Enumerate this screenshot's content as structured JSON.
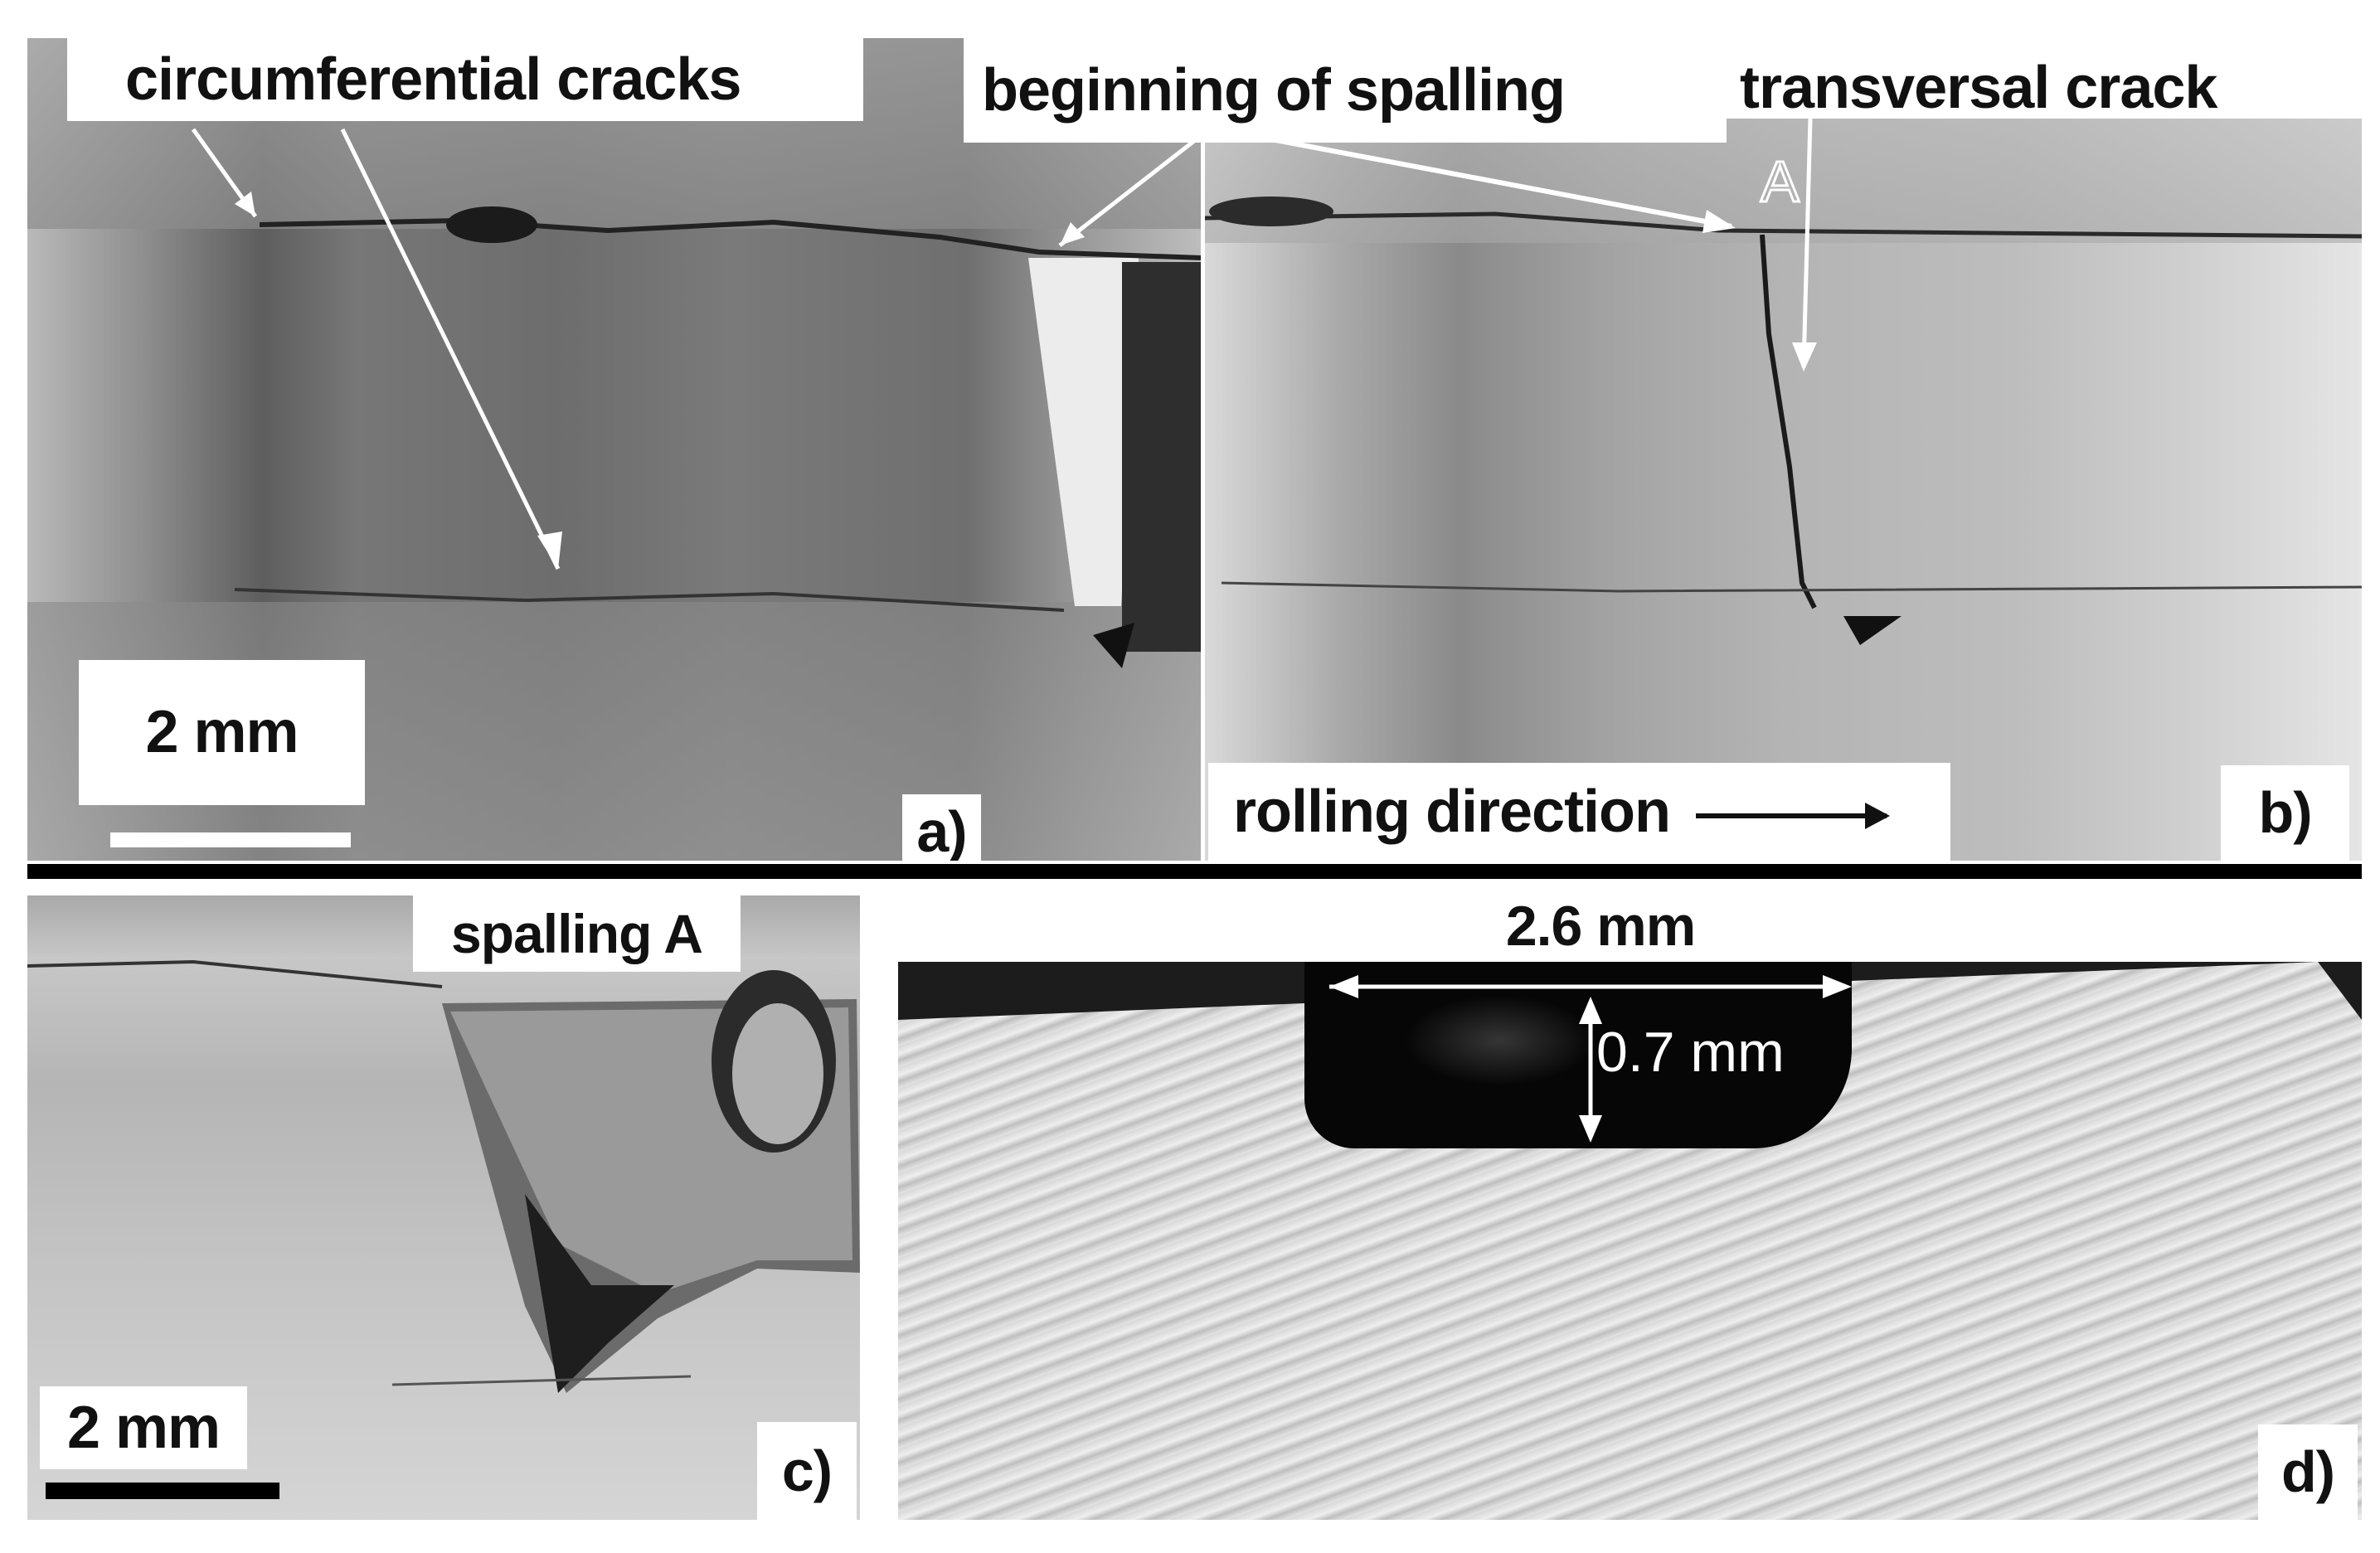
{
  "figure": {
    "panels": [
      {
        "id": "a",
        "tag": "a)",
        "scale_bar": "2 mm"
      },
      {
        "id": "b",
        "tag": "b)"
      },
      {
        "id": "c",
        "tag": "c)",
        "scale_bar": "2 mm"
      },
      {
        "id": "d",
        "tag": "d)"
      }
    ],
    "annotations": {
      "circumferential_cracks": "circumferential cracks",
      "beginning_of_spalling": "beginning of spalling",
      "transversal_crack": "transversal crack",
      "point_a": "A",
      "rolling_direction": "rolling direction",
      "spalling_a": "spalling A",
      "width_measure": "2.6 mm",
      "depth_measure": "0.7 mm"
    },
    "colors": {
      "divider": "#000000",
      "label_bg": "#ffffff",
      "label_text": "#111111"
    }
  }
}
